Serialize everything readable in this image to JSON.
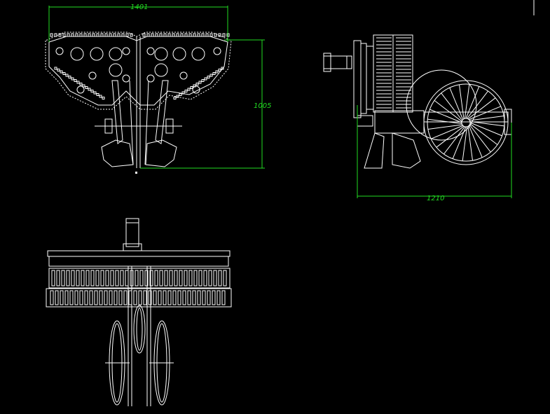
{
  "drawing": {
    "background_color": "#000000",
    "line_color": "#ffffff",
    "dimension_color": "#22dd22"
  },
  "dimensions": {
    "front_width": "1401",
    "front_height": "1005",
    "side_length": "1210"
  },
  "views": {
    "front": "front-view",
    "side": "side-view",
    "top": "top-view"
  }
}
